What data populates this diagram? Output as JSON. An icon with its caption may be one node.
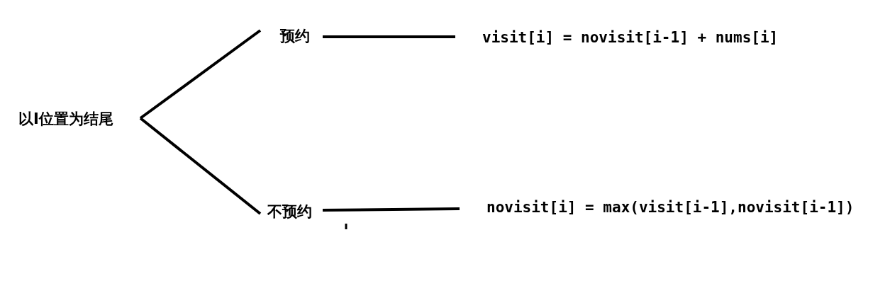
{
  "diagram": {
    "nodes": [
      {
        "text": [
          "以I位置为结尾"
        ]
      },
      {
        "text": [
          "预约"
        ]
      },
      {
        "text": [
          "不预约"
        ]
      },
      {
        "text": [
          "visit[i] = novisit[i-1] + nums[i]"
        ]
      },
      {
        "text": [
          "novisit[i] = max(visit[i-1],novisit[i-1])"
        ]
      }
    ],
    "edges": [
      {
        "from": 0,
        "to": 1,
        "arrow": "none"
      },
      {
        "from": 0,
        "to": 2,
        "arrow": "none"
      },
      {
        "from": 1,
        "to": 3,
        "arrow": "none"
      },
      {
        "from": 2,
        "to": 4,
        "arrow": "none"
      }
    ]
  }
}
